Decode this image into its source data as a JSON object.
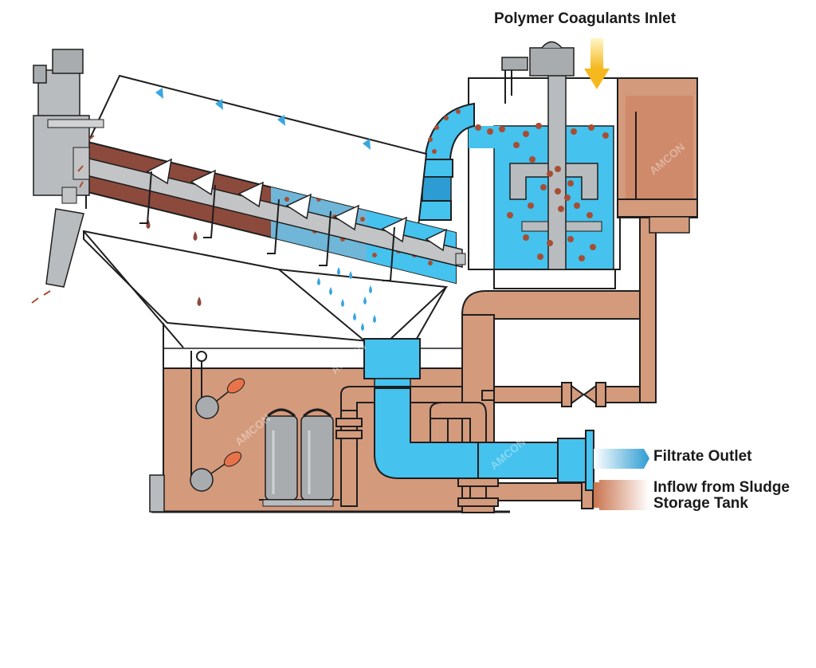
{
  "labels": {
    "polymer_inlet": "Polymer Coagulants Inlet",
    "filtrate_outlet": "Filtrate Outlet",
    "inflow_line1": "Inflow from Sludge",
    "inflow_line2": "Storage Tank"
  },
  "watermark": "AMCON",
  "colors": {
    "sludge": "#d49a7c",
    "sludge_dark": "#8c4a3c",
    "water": "#45c2ee",
    "water_dark": "#2d9cd3",
    "machine_gray": "#b9bcbe",
    "outline": "#1e1e1e",
    "arrow_yellow": "#f5c22e"
  },
  "icons": {
    "polymer_arrow": "down-arrow-icon",
    "filtrate_arrow": "right-arrow-icon",
    "inflow_arrow": "left-arrow-icon"
  }
}
